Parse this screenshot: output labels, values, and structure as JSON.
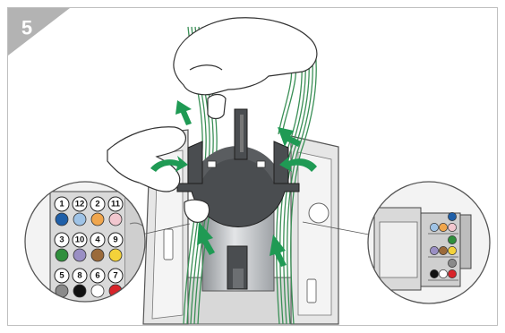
{
  "step": {
    "number": "5"
  },
  "left_inset": {
    "rows": [
      {
        "labels": [
          "1",
          "12",
          "2",
          "11"
        ],
        "colors": [
          "#1f5fa8",
          "#9fc3e6",
          "#f0a64d",
          "#f2c7cf"
        ]
      },
      {
        "labels": [
          "3",
          "10",
          "4",
          "9"
        ],
        "colors": [
          "#2f8f3c",
          "#9a8fc4",
          "#9b6a3a",
          "#f3d23a"
        ]
      },
      {
        "labels": [
          "5",
          "8",
          "6",
          "7"
        ],
        "colors": [
          "#8a8a8a",
          "#111111",
          "#ffffff",
          "#d8242a"
        ]
      }
    ]
  },
  "right_inset": {
    "columns": [
      [
        "#1f5fa8",
        "#9fc3e6",
        "#f0a64d",
        "#f2c7cf"
      ],
      [
        "#2f8f3c",
        "#9a8fc4",
        "#9b6a3a",
        "#f3d23a"
      ],
      [
        "#8a8a8a",
        "#111111",
        "#ffffff",
        "#d8242a"
      ]
    ]
  },
  "colors": {
    "frame": "#bfbfbf",
    "badge": "#b3b3b3",
    "arrow": "#1f9a54",
    "cable": "#3a8f56",
    "dark_part": "#4a4d50"
  }
}
